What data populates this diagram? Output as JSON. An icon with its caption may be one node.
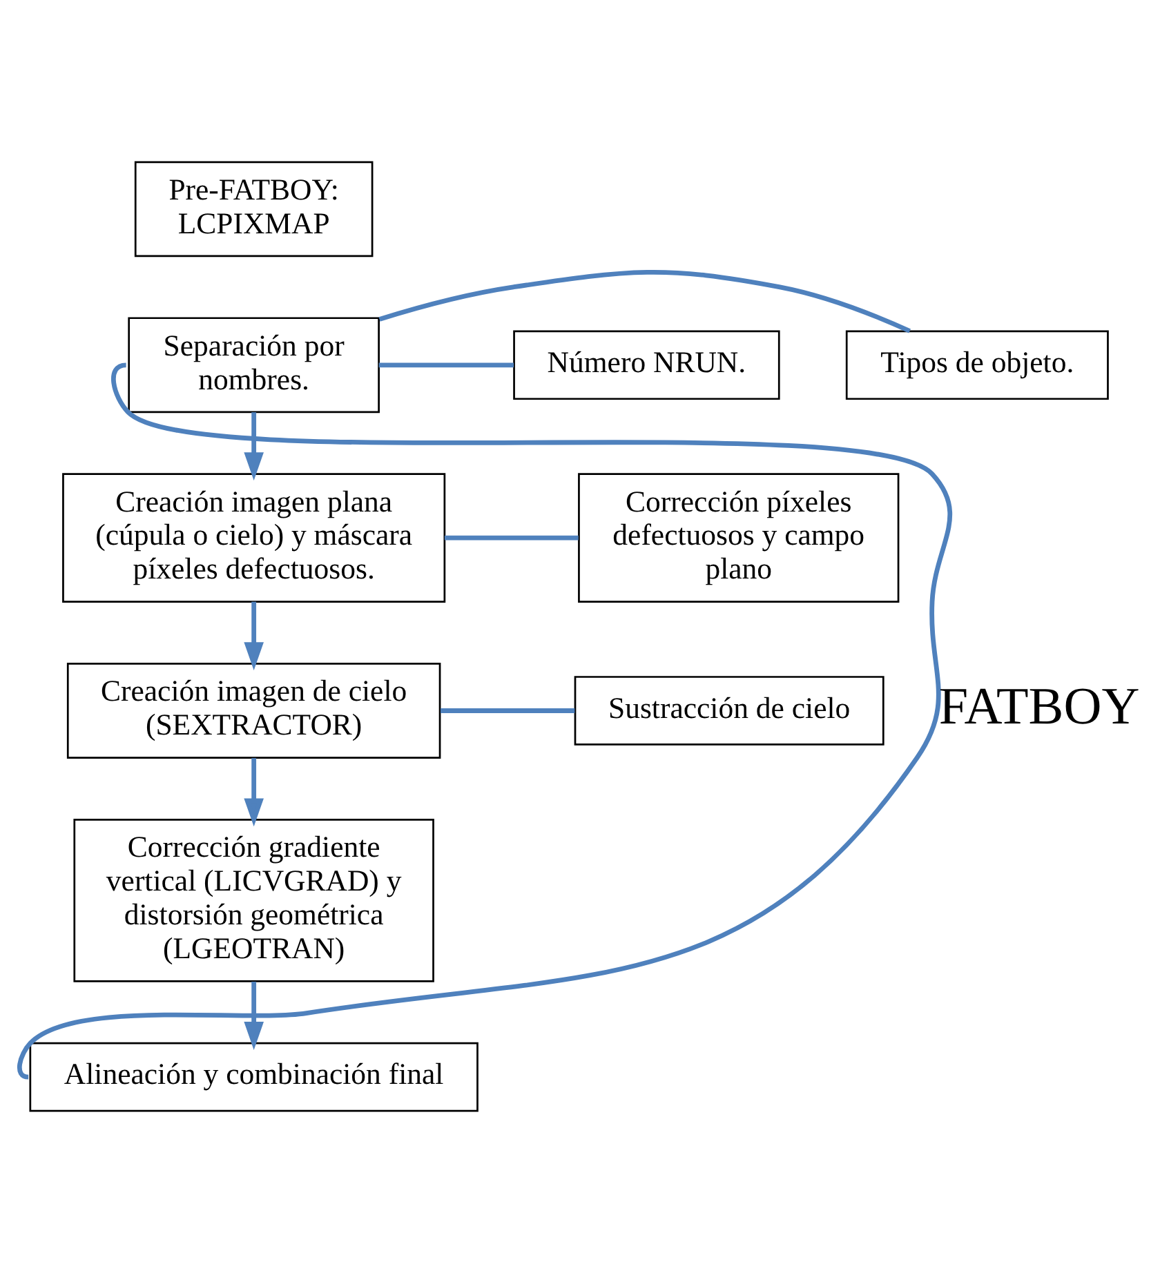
{
  "diagram": {
    "nodes": [
      {
        "text": [
          "Pre-FATBOY: LCPIXMAP"
        ]
      },
      {
        "text": [
          "Separación por nombres."
        ]
      },
      {
        "text": [
          "Tipos de objeto."
        ]
      },
      {
        "text": [
          "Número NRUN."
        ]
      },
      {
        "text": [
          "Creación imagen plana (cúpula o cielo) y máscara píxeles defectuosos."
        ]
      },
      {
        "text": [
          "Corrección píxeles defectuosos y campo plano"
        ]
      },
      {
        "text": [
          "Creación imagen de cielo (SEXTRACTOR)"
        ]
      },
      {
        "text": [
          "Sustracción de cielo"
        ]
      },
      {
        "text": [
          "Corrección gradiente vertical (LICVGRAD) y distorsión geométrica (LGEOTRAN)"
        ]
      },
      {
        "text": [
          "Alineación y combinación final"
        ]
      }
    ],
    "edges": [
      {
        "from": 1,
        "to": 2,
        "arrow": "none"
      },
      {
        "from": 1,
        "to": 3,
        "arrow": "none"
      },
      {
        "from": 1,
        "to": 4,
        "arrow": "to"
      },
      {
        "from": 4,
        "to": 5,
        "arrow": "none"
      },
      {
        "from": 4,
        "to": 6,
        "arrow": "to"
      },
      {
        "from": 6,
        "to": 7,
        "arrow": "none"
      },
      {
        "from": 6,
        "to": 8,
        "arrow": "to"
      },
      {
        "from": 8,
        "to": 9,
        "arrow": "to"
      },
      {
        "from": 1,
        "to": 9,
        "arrow": "none",
        "label": "FATBOY"
      }
    ]
  }
}
